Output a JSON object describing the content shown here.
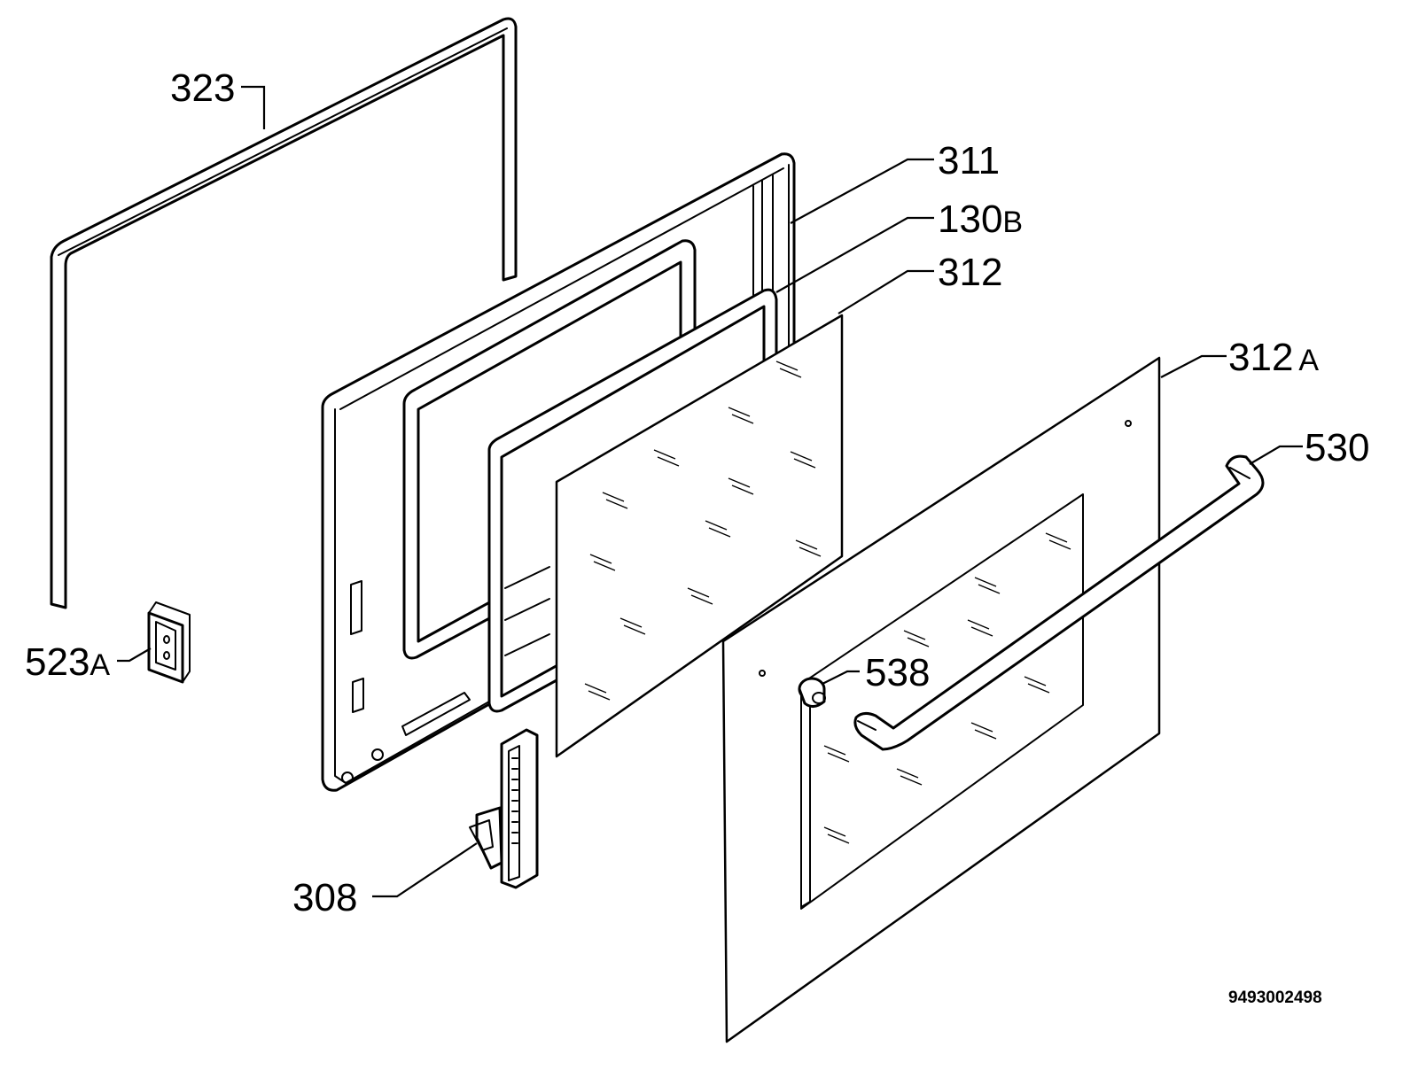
{
  "diagram": {
    "document_id": "9493002498",
    "callouts": [
      {
        "id": "323",
        "number": "323",
        "suffix": ""
      },
      {
        "id": "311",
        "number": "311",
        "suffix": ""
      },
      {
        "id": "130b",
        "number": "130",
        "suffix": "B"
      },
      {
        "id": "312",
        "number": "312",
        "suffix": ""
      },
      {
        "id": "312a",
        "number": "312",
        "suffix": "A"
      },
      {
        "id": "530",
        "number": "530",
        "suffix": ""
      },
      {
        "id": "523a",
        "number": "523",
        "suffix": "A"
      },
      {
        "id": "538",
        "number": "538",
        "suffix": ""
      },
      {
        "id": "308",
        "number": "308",
        "suffix": ""
      }
    ]
  }
}
